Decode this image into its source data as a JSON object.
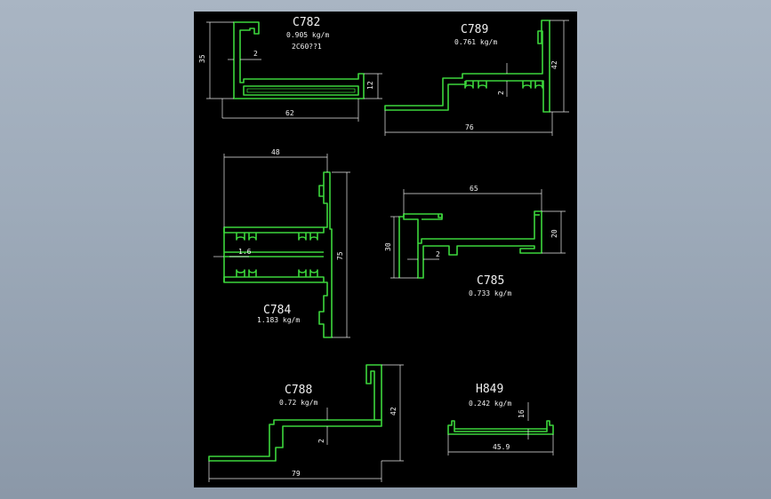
{
  "colors": {
    "background": "#9eabba",
    "sheet": "#000000",
    "profile": "#3cd63c",
    "dimension": "#e8e8e8"
  },
  "profiles": {
    "c782": {
      "code": "C782",
      "weight": "0.905 kg/m",
      "note": "2C60??1",
      "dims": {
        "height": "35",
        "wall": "2",
        "depth": "12",
        "width": "62"
      }
    },
    "c789": {
      "code": "C789",
      "weight": "0.761 kg/m",
      "dims": {
        "height": "42",
        "wall": "2",
        "width": "76"
      }
    },
    "c784": {
      "code": "C784",
      "weight": "1.183 kg/m",
      "dims": {
        "width": "48",
        "wall": "1.6",
        "height": "75"
      }
    },
    "c785": {
      "code": "C785",
      "weight": "0.733 kg/m",
      "dims": {
        "width": "65",
        "height_left": "30",
        "wall": "2",
        "height_right": "20"
      }
    },
    "c788": {
      "code": "C788",
      "weight": "0.72 kg/m",
      "dims": {
        "height": "42",
        "wall": "2",
        "width": "79"
      }
    },
    "h849": {
      "code": "H849",
      "weight": "0.242 kg/m",
      "dims": {
        "height": "16",
        "width": "45.9"
      }
    }
  }
}
